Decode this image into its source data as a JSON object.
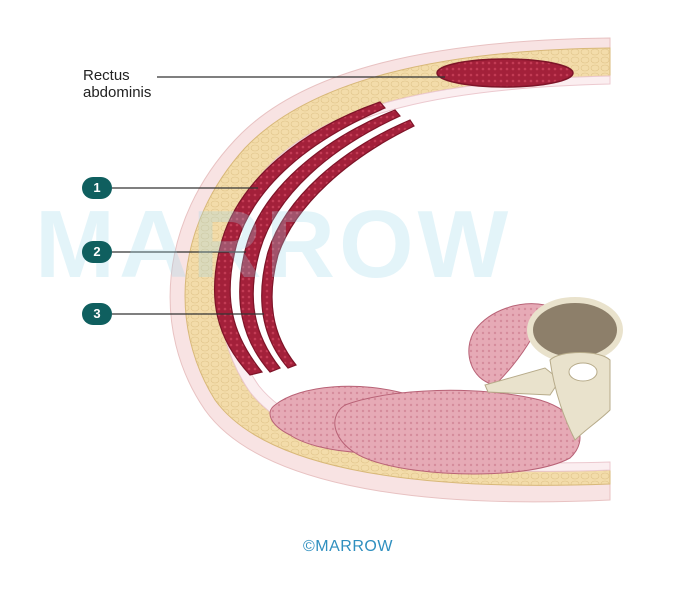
{
  "labels": {
    "rectus": [
      "Rectus",
      "abdominis"
    ],
    "markers": [
      "1",
      "2",
      "3"
    ]
  },
  "watermark": "MARROW",
  "footer": "©MARROW",
  "colors": {
    "skin": "#f8e6e6",
    "fat": "#f3dcaa",
    "muscle": "#a3203a",
    "muscle_light": "#e9b4bf",
    "bone": "#e9e2cc",
    "marker": "#0f5f5f",
    "footer": "#2f8fbf"
  }
}
